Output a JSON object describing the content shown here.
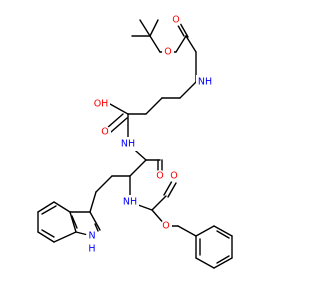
{
  "colors": {
    "bond": "#000000",
    "carbon": "#000000",
    "oxygen": "#ff0000",
    "nitrogen": "#0000ff"
  },
  "labels": {
    "boc_o_carbonyl": "O",
    "boc_o_ester": "O",
    "boc_nh": "NH",
    "acid_oh": "OH",
    "acid_o": "O",
    "amide_nh": "NH",
    "amide_o": "O",
    "cbz_nh": "NH",
    "cbz_o_carbonyl": "O",
    "cbz_o_ester": "O",
    "indole_nh": "N",
    "indole_h": "H"
  }
}
